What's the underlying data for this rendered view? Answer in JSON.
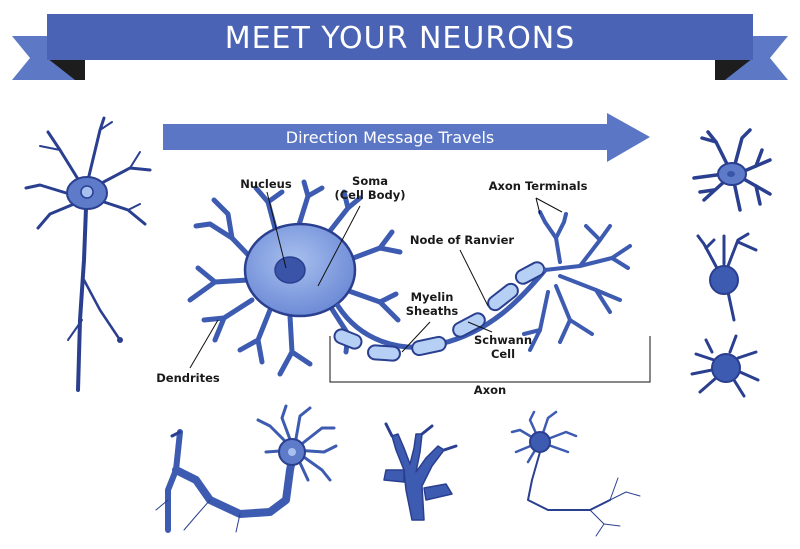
{
  "title": "MEET YOUR NEURONS",
  "direction_label": "Direction Message Travels",
  "colors": {
    "banner": "#4a63b4",
    "banner_fold": "#5d79c6",
    "banner_shadow": "#1d1d1d",
    "arrow": "#5a76c4",
    "neuron_outline": "#2a3f8f",
    "neuron_fill": "#5d7bc9",
    "soma_fill": "#8eaae6",
    "nucleus_fill": "#3a54a8",
    "myelin_fill": "#b6cff5"
  },
  "labels": {
    "nucleus": "Nucleus",
    "soma_line1": "Soma",
    "soma_line2": "(Cell Body)",
    "axon_terminals": "Axon Terminals",
    "node_of_ranvier": "Node of Ranvier",
    "myelin_line1": "Myelin",
    "myelin_line2": "Sheaths",
    "schwann_line1": "Schwann",
    "schwann_line2": "Cell",
    "dendrites": "Dendrites",
    "axon": "Axon"
  }
}
